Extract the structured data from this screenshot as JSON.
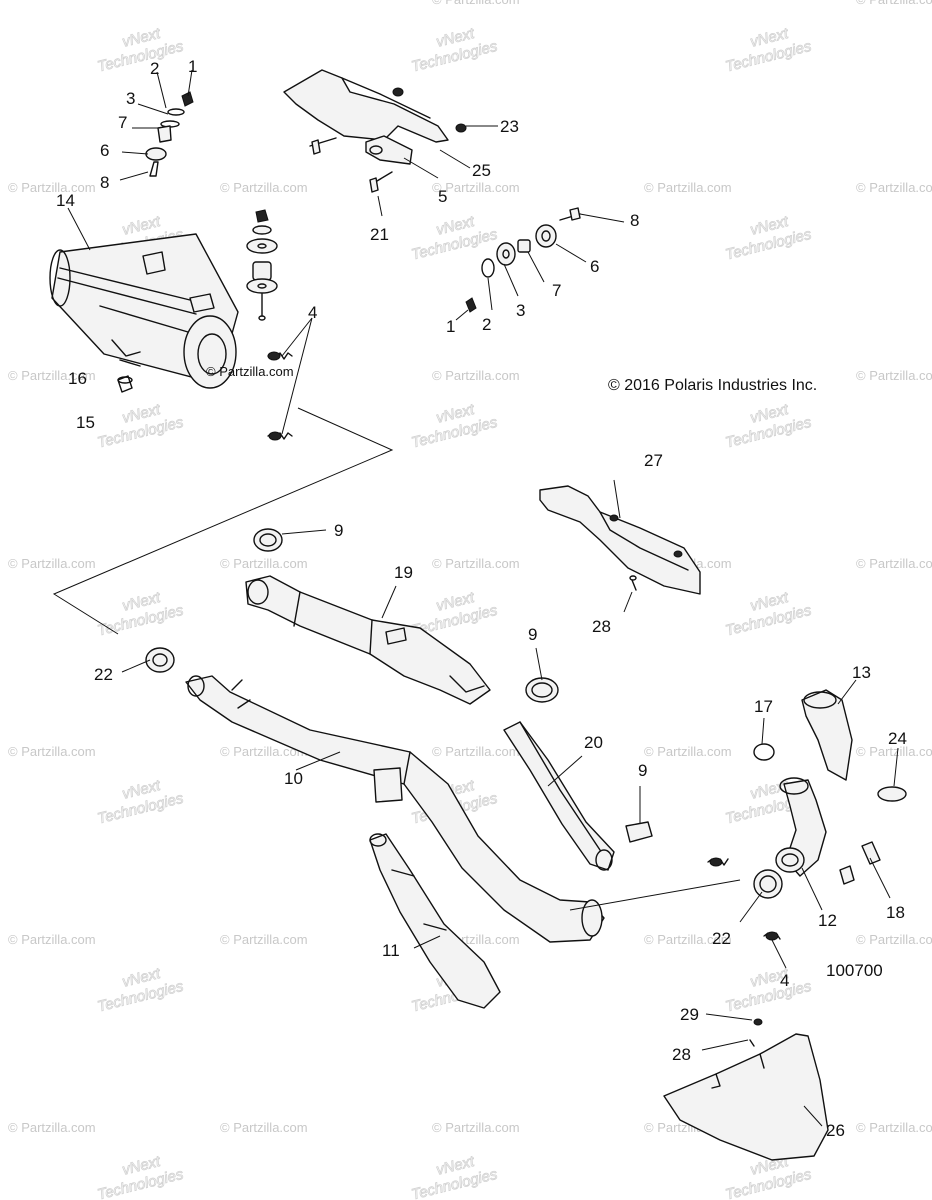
{
  "diagram": {
    "copyright": "© 2016 Polaris Industries Inc.",
    "figure_number": "100700",
    "inline_credit": "© Partzilla.com",
    "watermarks": {
      "partzilla": "© Partzilla.com",
      "vnext_line1": "vNext",
      "vnext_line2": "Technologies"
    },
    "callouts": [
      {
        "id": "c-1-top",
        "label": "1"
      },
      {
        "id": "c-2-top",
        "label": "2"
      },
      {
        "id": "c-3-top",
        "label": "3"
      },
      {
        "id": "c-7-top",
        "label": "7"
      },
      {
        "id": "c-6-top",
        "label": "6"
      },
      {
        "id": "c-8-top",
        "label": "8"
      },
      {
        "id": "c-14",
        "label": "14"
      },
      {
        "id": "c-16",
        "label": "16"
      },
      {
        "id": "c-15",
        "label": "15"
      },
      {
        "id": "c-4-top",
        "label": "4"
      },
      {
        "id": "c-23",
        "label": "23"
      },
      {
        "id": "c-25",
        "label": "25"
      },
      {
        "id": "c-5",
        "label": "5"
      },
      {
        "id": "c-21",
        "label": "21"
      },
      {
        "id": "c-8-right",
        "label": "8"
      },
      {
        "id": "c-6-right",
        "label": "6"
      },
      {
        "id": "c-7-right",
        "label": "7"
      },
      {
        "id": "c-3-right",
        "label": "3"
      },
      {
        "id": "c-2-right",
        "label": "2"
      },
      {
        "id": "c-1-right",
        "label": "1"
      },
      {
        "id": "c-27",
        "label": "27"
      },
      {
        "id": "c-28-mid",
        "label": "28"
      },
      {
        "id": "c-9-a",
        "label": "9"
      },
      {
        "id": "c-19",
        "label": "19"
      },
      {
        "id": "c-9-b",
        "label": "9"
      },
      {
        "id": "c-22-left",
        "label": "22"
      },
      {
        "id": "c-10",
        "label": "10"
      },
      {
        "id": "c-20",
        "label": "20"
      },
      {
        "id": "c-9-c",
        "label": "9"
      },
      {
        "id": "c-13",
        "label": "13"
      },
      {
        "id": "c-17",
        "label": "17"
      },
      {
        "id": "c-24",
        "label": "24"
      },
      {
        "id": "c-11",
        "label": "11"
      },
      {
        "id": "c-22-right",
        "label": "22"
      },
      {
        "id": "c-12",
        "label": "12"
      },
      {
        "id": "c-18",
        "label": "18"
      },
      {
        "id": "c-4-bottom",
        "label": "4"
      },
      {
        "id": "c-29",
        "label": "29"
      },
      {
        "id": "c-28-bottom",
        "label": "28"
      },
      {
        "id": "c-26",
        "label": "26"
      }
    ]
  }
}
